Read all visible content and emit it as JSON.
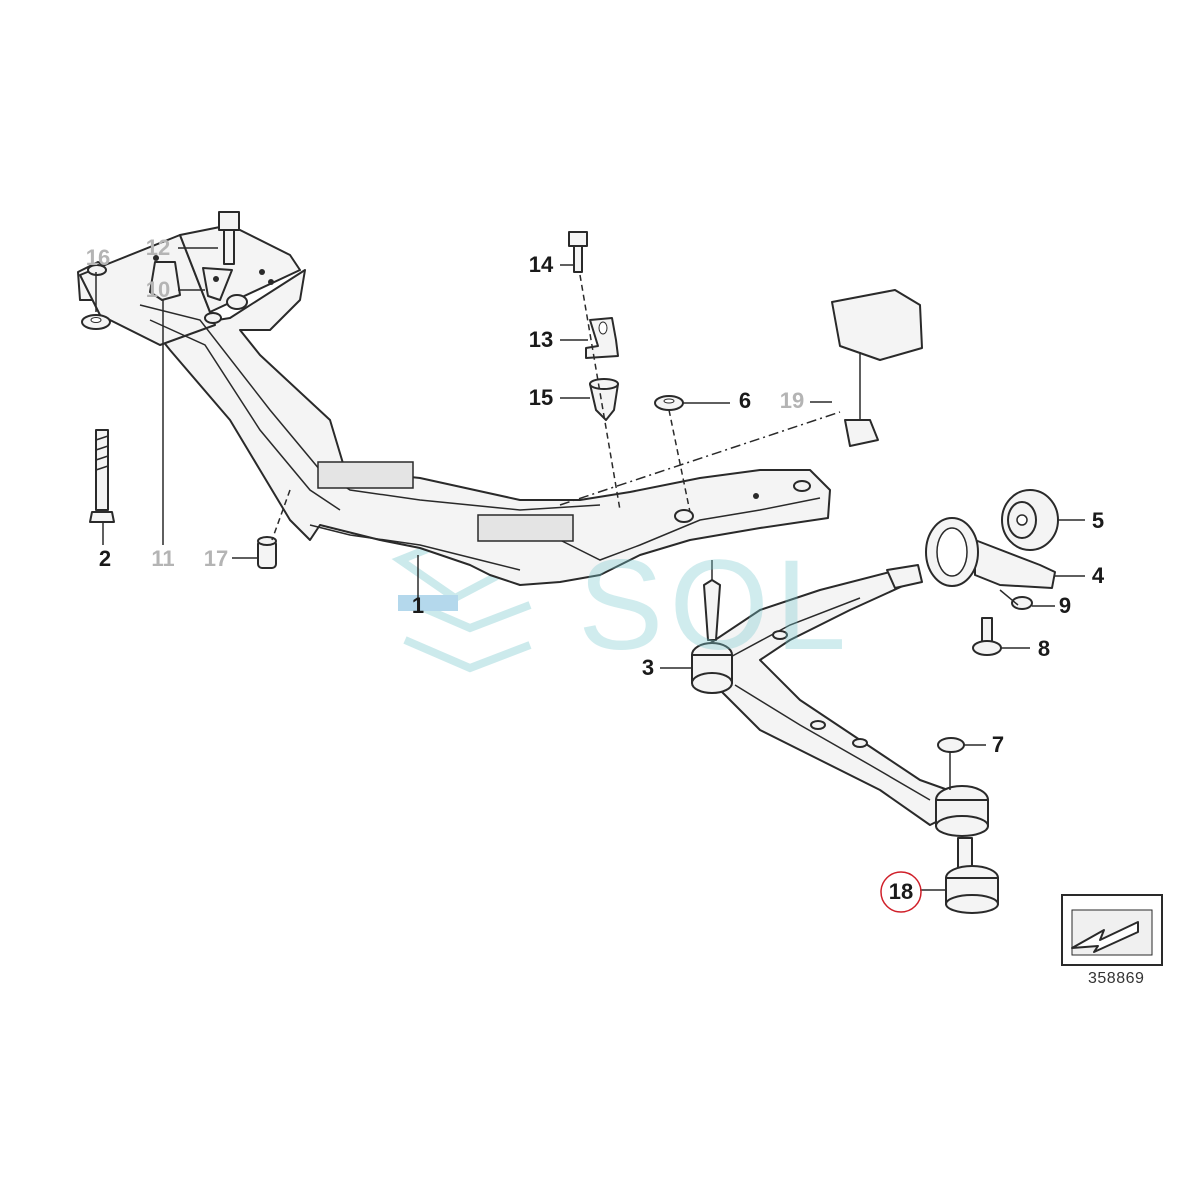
{
  "callouts": {
    "c1": "1",
    "c2": "2",
    "c3": "3",
    "c4": "4",
    "c5": "5",
    "c6": "6",
    "c7": "7",
    "c8": "8",
    "c9": "9",
    "c10": "10",
    "c11": "11",
    "c12": "12",
    "c13": "13",
    "c14": "14",
    "c15": "15",
    "c16": "16",
    "c17": "17",
    "c18": "18",
    "c19": "19"
  },
  "diagram_number": "358869",
  "watermark": "SOL",
  "highlighted_part": "18",
  "colors": {
    "line": "#2a2a2a",
    "fill": "#f3f3f3",
    "callout_dark": "#1a1a1a",
    "callout_gray": "#b4b4b4",
    "highlight_circle": "#d0202a",
    "watermark_teal": "#8fd1d6"
  }
}
